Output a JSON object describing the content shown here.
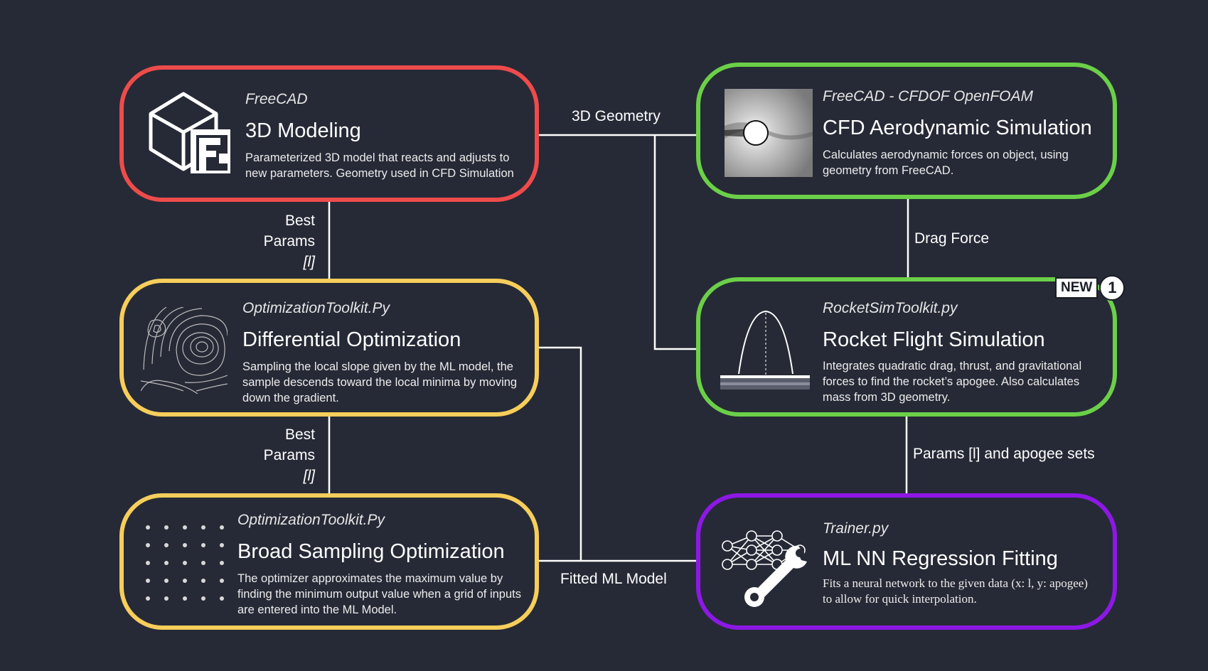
{
  "colors": {
    "background": "#262a36",
    "freecad_border": "#ee4b4b",
    "cfd_border": "#6bd048",
    "opt_border": "#f7ce5b",
    "ml_border": "#8d18e6",
    "connector": "#ffffff"
  },
  "nodes": {
    "freecad": {
      "subtitle": "FreeCAD",
      "title": "3D Modeling",
      "description": "Parameterized 3D model that reacts and adjusts to new parameters. Geometry used in CFD Simulation",
      "icon": "freecad-cube-icon"
    },
    "cfd": {
      "subtitle": "FreeCAD - CFDOF OpenFOAM",
      "title": "CFD Aerodynamic Simulation",
      "description": "Calculates aerodynamic forces on object, using geometry from FreeCAD.",
      "icon": "cfd-flow-icon"
    },
    "diff_opt": {
      "subtitle": "OptimizationToolkit.Py",
      "title": "Differential Optimization",
      "description": "Sampling the local slope given by the ML model, the sample descends toward the local minima by moving down the gradient.",
      "icon": "contour-map-icon"
    },
    "rocket": {
      "subtitle": "RocketSimToolkit.py",
      "title": "Rocket Flight Simulation",
      "description": "Integrates quadratic drag, thrust, and gravitational forces to find the rocket’s apogee. Also calculates mass from 3D geometry.",
      "icon": "trajectory-icon",
      "badge_new": "NEW",
      "badge_count": "1"
    },
    "broad_opt": {
      "subtitle": "OptimizationToolkit.Py",
      "title": "Broad Sampling Optimization",
      "description": "The optimizer approximates the maximum value by finding the minimum output value when a grid of inputs are entered into the ML Model.",
      "icon": "dot-grid-icon"
    },
    "ml": {
      "subtitle": "Trainer.py",
      "title": "ML NN Regression Fitting",
      "description": "Fits a neural network to the given data (x: l, y: apogee) to allow for quick interpolation.",
      "icon": "neural-net-wrench-icon"
    }
  },
  "edges": {
    "geometry": "3D Geometry",
    "drag": "Drag Force",
    "best_params_1": [
      "Best",
      "Params",
      "[l]"
    ],
    "best_params_2": [
      "Best",
      "Params",
      "[l]"
    ],
    "params_apogee": "Params [l] and apogee sets",
    "fitted_model": "Fitted ML Model"
  }
}
